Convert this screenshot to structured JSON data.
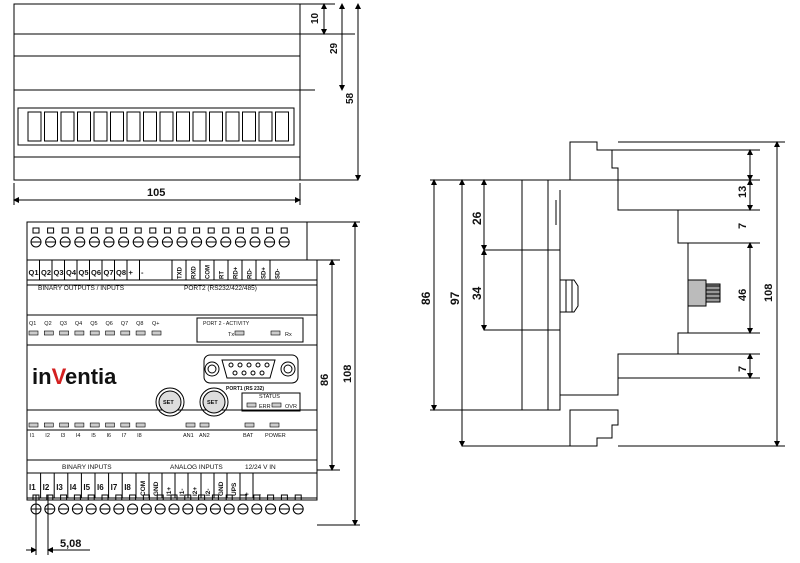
{
  "front_view": {
    "outputs": [
      "Q1",
      "Q2",
      "Q3",
      "Q4",
      "Q5",
      "Q6",
      "Q7",
      "Q8",
      "+",
      "-"
    ],
    "port2_terms": [
      "TXD",
      "RXD",
      "COM",
      "RT",
      "RD+",
      "RD-",
      "SD+",
      "SD-"
    ],
    "binary_outputs_caption": "BINARY OUTPUTS / INPUTS",
    "port2_caption": "PORT2 (RS232/422/485)",
    "led_outputs": [
      "Q1",
      "Q2",
      "Q3",
      "Q4",
      "Q5",
      "Q6",
      "Q7",
      "Q8",
      "Q+"
    ],
    "port2_activity": "PORT 2 - ACTIVITY",
    "tx": "Tx",
    "rx": "Rx",
    "logo_prefix": "in",
    "logo_v": "V",
    "logo_suffix": "entia",
    "port1": "PORT1 (RS 232)",
    "set": "SET",
    "an1": "AN1",
    "an2": "AN2",
    "status": "STATUS",
    "err": "ERR",
    "ovr": "OVR",
    "bat": "BAT",
    "power": "POWER",
    "led_inputs": [
      "I1",
      "I2",
      "I3",
      "I4",
      "I5",
      "I6",
      "I7",
      "I8"
    ],
    "binary_inputs_caption": "BINARY INPUTS",
    "analog_inputs_caption": "ANALOG INPUTS",
    "supply_caption": "12/24 V IN",
    "inputs": [
      "I1",
      "I2",
      "I3",
      "I4",
      "I5",
      "I6",
      "I7",
      "I8"
    ],
    "input_terms": [
      "COM",
      "GND",
      "I1+",
      "I1-",
      "I2+",
      "I2-",
      "GND",
      "UPS",
      "+",
      "-"
    ]
  },
  "dimensions_front": {
    "d10": "10",
    "d29": "29",
    "d58": "58",
    "d105": "105",
    "d86": "86",
    "d108": "108",
    "d508": "5,08"
  },
  "dimensions_side": {
    "d86": "86",
    "d97": "97",
    "d26": "26",
    "d34": "34",
    "d13": "13",
    "d7a": "7",
    "d46": "46",
    "d7b": "7",
    "d108": "108"
  }
}
